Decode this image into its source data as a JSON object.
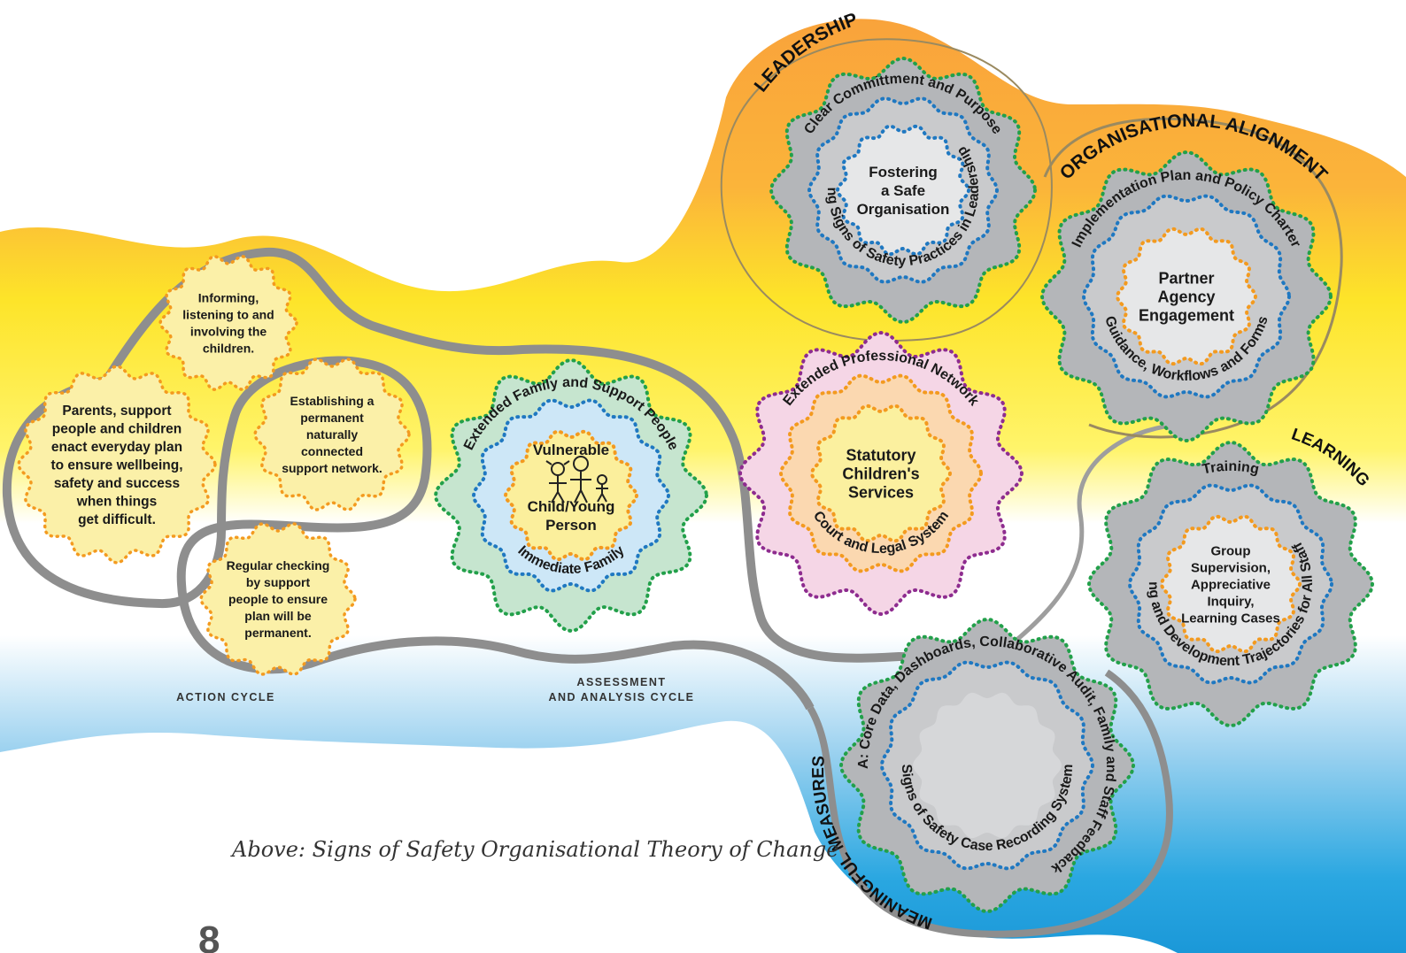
{
  "caption": "Above: Signs of Safety Organisational Theory of Change",
  "page_number": "8",
  "cycles": {
    "action": "ACTION CYCLE",
    "assessment_line1": "ASSESSMENT",
    "assessment_line2": "AND ANALYSIS CYCLE"
  },
  "sections": {
    "leadership": "LEADERSHIP",
    "organisational_alignment": "ORGANISATIONAL ALIGNMENT",
    "learning": "LEARNING",
    "meaningful_measures": "MEANINGFUL MEASURES"
  },
  "action_bubbles": {
    "informing": [
      "Informing,",
      "listening to and",
      "involving the",
      "children."
    ],
    "parents": [
      "Parents, support",
      "people and children",
      "enact everyday plan",
      "to ensure wellbeing,",
      "safety and success",
      "when things",
      "get difficult."
    ],
    "establishing": [
      "Establishing a",
      "permanent",
      "naturally",
      "connected",
      "support network."
    ],
    "regular": [
      "Regular checking",
      "by support",
      "people to ensure",
      "plan will be",
      "permanent."
    ]
  },
  "family_flower": {
    "outer_ring": "Extended Family and Support People",
    "inner_ring": "Immediate Family",
    "center_line1": "Vulnerable",
    "center_line2": "Child/Young",
    "center_line3": "Person"
  },
  "professional_flower": {
    "outer_ring": "Extended Professional Network",
    "inner_ring": "Court and Legal System",
    "center": [
      "Statutory",
      "Children's",
      "Services"
    ]
  },
  "leadership_flower": {
    "outer_ring": "Clear Committment and Purpose",
    "inner_ring": "Modeling Signs of Safety Practices in Leadership",
    "center": [
      "Fostering",
      "a Safe",
      "Organisation"
    ]
  },
  "alignment_flower": {
    "outer_ring": "Implementation Plan and Policy Charter",
    "inner_ring": "Guidance, Workflows and Forms",
    "center": [
      "Partner",
      "Agency",
      "Engagement"
    ]
  },
  "learning_flower": {
    "outer_ring": "Training",
    "inner_ring": "Learning and Development Trajectories for All Staff",
    "center": [
      "Group",
      "Supervision,",
      "Appreciative",
      "Inquiry,",
      "Learning Cases"
    ]
  },
  "measures_flower": {
    "outer_ring": "Signs of Safety QA: Core Data, Dashboards, Collaborative Audit, Family and Staff Feedback",
    "inner_ring": "Signs of Safety Case Recording System"
  },
  "colors": {
    "gray_petal": "#b4b6b9",
    "gray_inner": "#c9cacc",
    "gray_center": "#e6e7e8",
    "orange_dots": "#f39a1f",
    "blue_dots": "#1f78c1",
    "green_dots": "#22a04a",
    "purple_dots": "#8e2c8f",
    "cycle_line": "#8e8e8e"
  }
}
